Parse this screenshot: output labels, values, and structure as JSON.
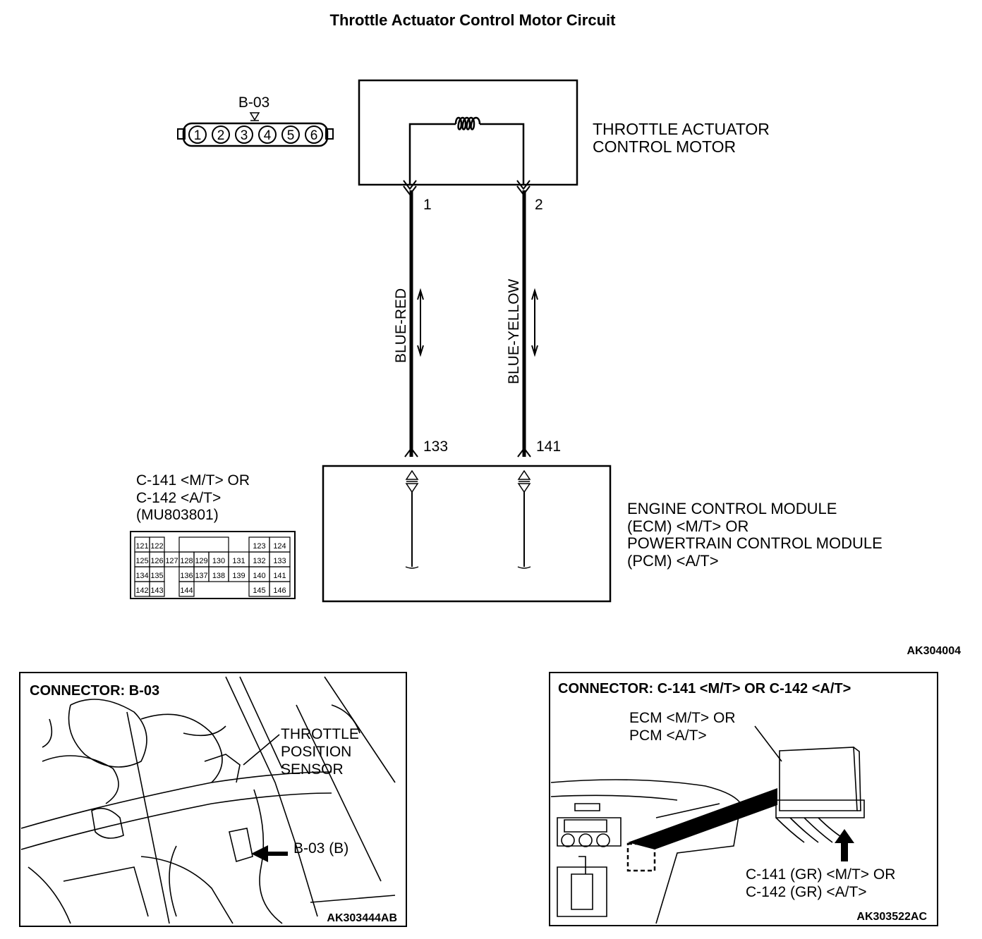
{
  "title": "Throttle Actuator Control Motor Circuit",
  "connector_b03": {
    "label": "B-03",
    "pins": [
      "1",
      "2",
      "3",
      "4",
      "5",
      "6"
    ]
  },
  "motor": {
    "name_line1": "THROTTLE ACTUATOR",
    "name_line2": "CONTROL MOTOR",
    "pin_left": "1",
    "pin_right": "2"
  },
  "wires": {
    "left_color": "BLUE-RED",
    "right_color": "BLUE-YELLOW",
    "left_terminal": "133",
    "right_terminal": "141"
  },
  "ecm_connector": {
    "line1": "C-141 <M/T> OR",
    "line2": "C-142 <A/T>",
    "line3": "(MU803801)",
    "pins": [
      "121",
      "122",
      "123",
      "124",
      "125",
      "126",
      "127",
      "128",
      "129",
      "130",
      "131",
      "132",
      "133",
      "134",
      "135",
      "136",
      "137",
      "138",
      "139",
      "140",
      "141",
      "142",
      "143",
      "144",
      "145",
      "146"
    ]
  },
  "ecm": {
    "line1": "ENGINE CONTROL MODULE",
    "line2": "(ECM) <M/T> OR",
    "line3": "POWERTRAIN CONTROL MODULE",
    "line4": "(PCM) <A/T>"
  },
  "diagram_code": "AK304004",
  "photo_left": {
    "heading": "CONNECTOR: B-03",
    "callout_line1": "THROTTLE",
    "callout_line2": "POSITION",
    "callout_line3": "SENSOR",
    "arrow_label": "B-03 (B)",
    "code": "AK303444AB"
  },
  "photo_right": {
    "heading": "CONNECTOR: C-141 <M/T> OR C-142 <A/T>",
    "callout_line1": "ECM <M/T> OR",
    "callout_line2": "PCM <A/T>",
    "conn_line1": "C-141 (GR) <M/T> OR",
    "conn_line2": "C-142 (GR) <A/T>",
    "code": "AK303522AC"
  }
}
